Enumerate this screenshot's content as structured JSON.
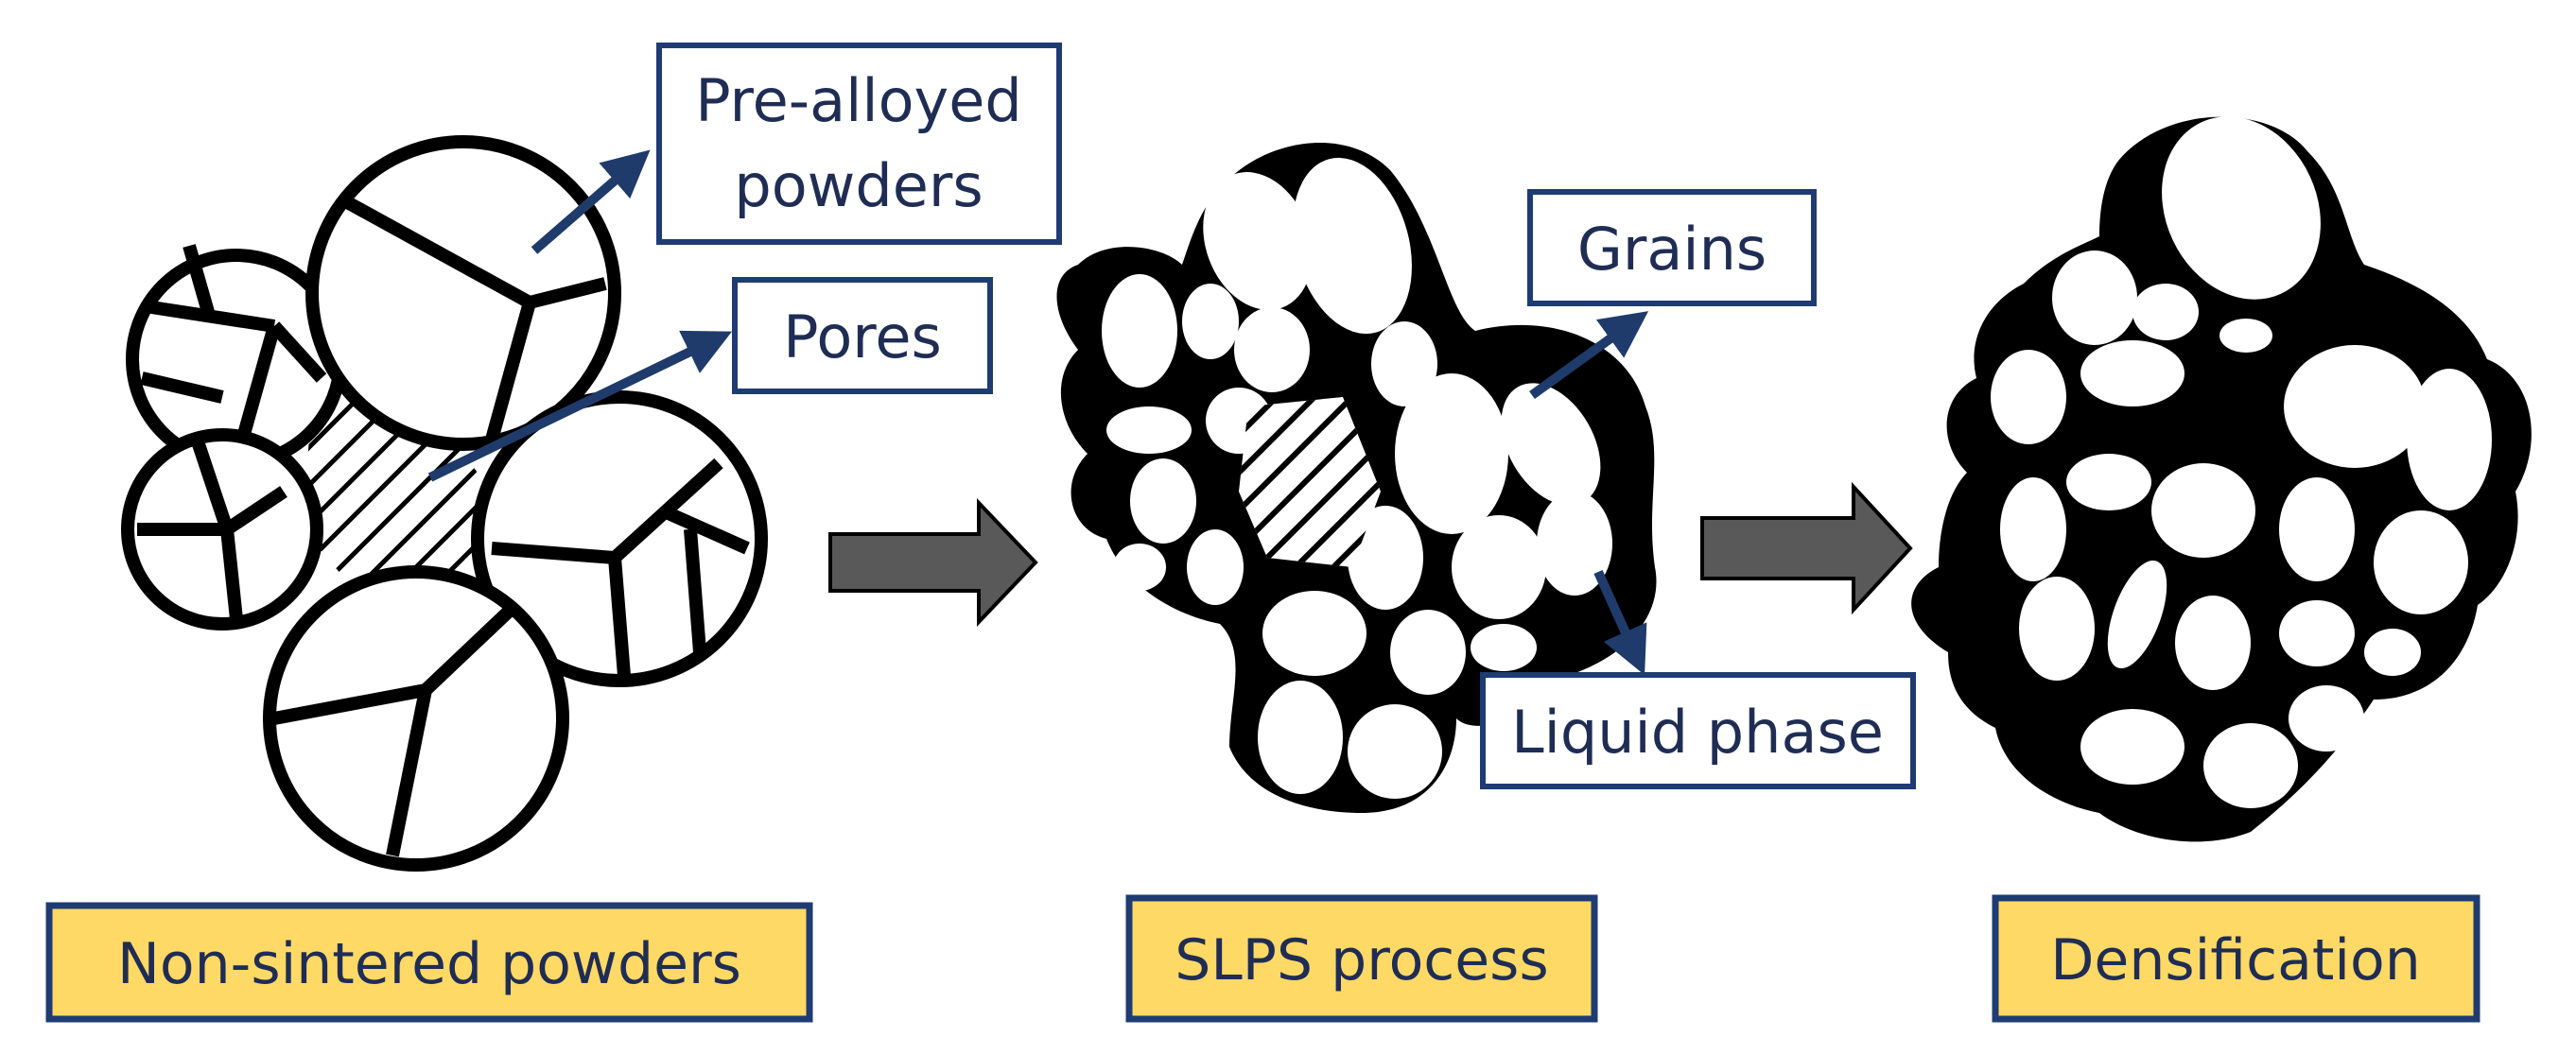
{
  "colors": {
    "ink": "#000000",
    "label_text": "#1f2d55",
    "label_border": "#1f3b73",
    "arrow_blue": "#1f3b6b",
    "caption_fill": "#ffd966",
    "caption_border": "#1f3b73",
    "process_arrow": "#595959"
  },
  "labels": {
    "prealloyed_line1": "Pre-alloyed",
    "prealloyed_line2": "powders",
    "pores": "Pores",
    "grains": "Grains",
    "liquid_phase": "Liquid phase"
  },
  "captions": {
    "stage1": "Non-sintered powders",
    "stage2": "SLPS process",
    "stage3": "Densification"
  }
}
